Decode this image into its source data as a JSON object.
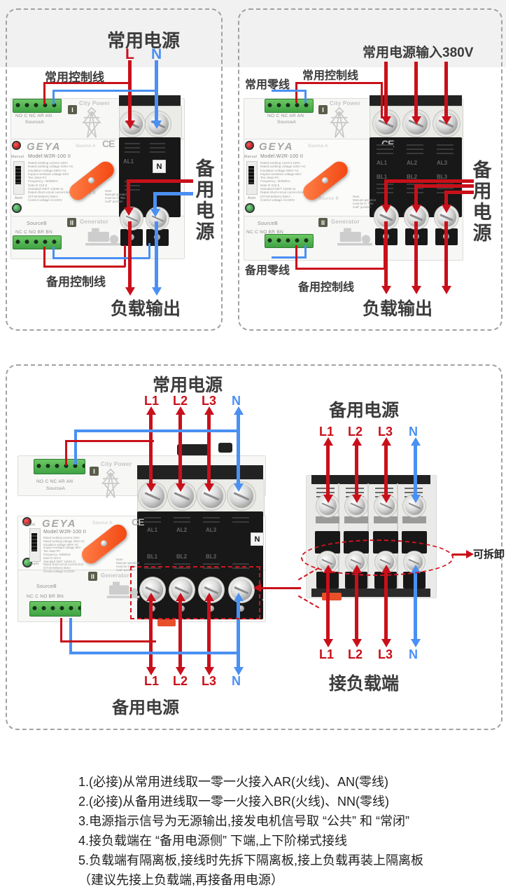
{
  "colors": {
    "arrow_red": "#c9101a",
    "arrow_blue": "#4a90f2",
    "title_ink": "#3c3c3c",
    "terminal_green": "#3fa344",
    "handle_orange": "#f2430e",
    "dashed_red": "#d2131f"
  },
  "device": {
    "brand": "GEYA",
    "ce": "CE",
    "model": "Model:W2R-100 II",
    "source_a_small": "Source A",
    "source_b_small": "Source B",
    "city_power": "City Power",
    "generator": "Generator",
    "badge_one": "I",
    "badge_two": "II",
    "source_a": "SourceA",
    "source_b": "SourceB",
    "term_row_a": "NO C NC AR AN",
    "term_row_b": "NC C NO BR BN",
    "manual": "Manual",
    "auto": "Auto",
    "n_box": "N",
    "al1": "AL1",
    "al2": "AL2",
    "al3": "AL3",
    "bl1": "BL1",
    "bl2": "BL2",
    "bl3": "BL3",
    "specs": "Rated working current    100A\nRated working voltage    230V AC\nInsulation voltage    690V AC\nImpact-resistant voltage    8KV\nTee class    PC\nFrequency    ~50/60Hz\nDate    R 210.9\nStandard    GB/T 14048.11\nRated short-circuit current limit\n(GT18-50/63A)    50KA\nControl voltage    AC220V",
    "note": "Note:\nManual operation\nmust be in \"Ma-\nnual\" position"
  },
  "panel_2p": {
    "title": "常用电源",
    "line": "L",
    "neutral": "N",
    "main_control": "常用控制线",
    "backup_power": "备用电源",
    "backup_control": "备用控制线",
    "load_output": "负载输出"
  },
  "panel_3p": {
    "title": "常用电源输入380V",
    "main_control": "常用控制线",
    "main_neutral": "常用零线",
    "backup_neutral": "备用零线",
    "backup_control": "备用控制线",
    "backup_power": "备用电源",
    "load_output": "负载输出"
  },
  "panel_4p": {
    "main_title": "常用电源",
    "backup_title": "备用电源",
    "load_title": "接负载端",
    "bottom_backup_title": "备用电源",
    "removable": "可拆卸",
    "l1": "L1",
    "l2": "L2",
    "l3": "L3",
    "n": "N"
  },
  "instructions": [
    "1.(必接)从常用进线取一零一火接入AR(火线)、AN(零线)",
    "2.(必接)从备用进线取一零一火接入BR(火线)、NN(零线)",
    "3.电源指示信号为无源输出,接发电机信号取 “公共” 和 “常闭”",
    "4.接负载端在 “备用电源侧” 下端,上下阶梯式接线",
    "5.负载端有隔离板,接线时先拆下隔离板,接上负载再装上隔离板",
    "（建议先接上负载端,再接备用电源）"
  ]
}
